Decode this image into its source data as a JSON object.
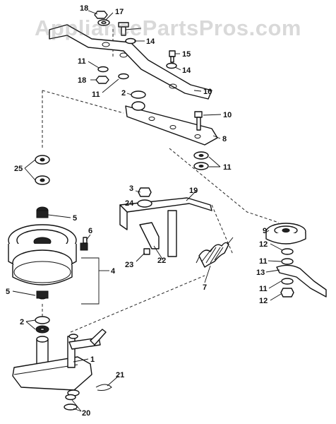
{
  "watermark": "AppliancePartsPros.com",
  "callouts": {
    "c1": "1",
    "c2a": "2",
    "c2b": "2",
    "c3": "3",
    "c4": "4",
    "c5a": "5",
    "c5b": "5",
    "c6": "6",
    "c7": "7",
    "c8": "8",
    "c9": "9",
    "c10": "10",
    "c11a": "11",
    "c11b": "11",
    "c11c": "11",
    "c11d": "11",
    "c11e": "11",
    "c12a": "12",
    "c12b": "12",
    "c13": "13",
    "c14a": "14",
    "c14b": "14",
    "c15": "15",
    "c16": "16",
    "c17": "17",
    "c18a": "18",
    "c18b": "18",
    "c19": "19",
    "c20": "20",
    "c21": "21",
    "c22": "22",
    "c23": "23",
    "c24": "24",
    "c25": "25"
  }
}
